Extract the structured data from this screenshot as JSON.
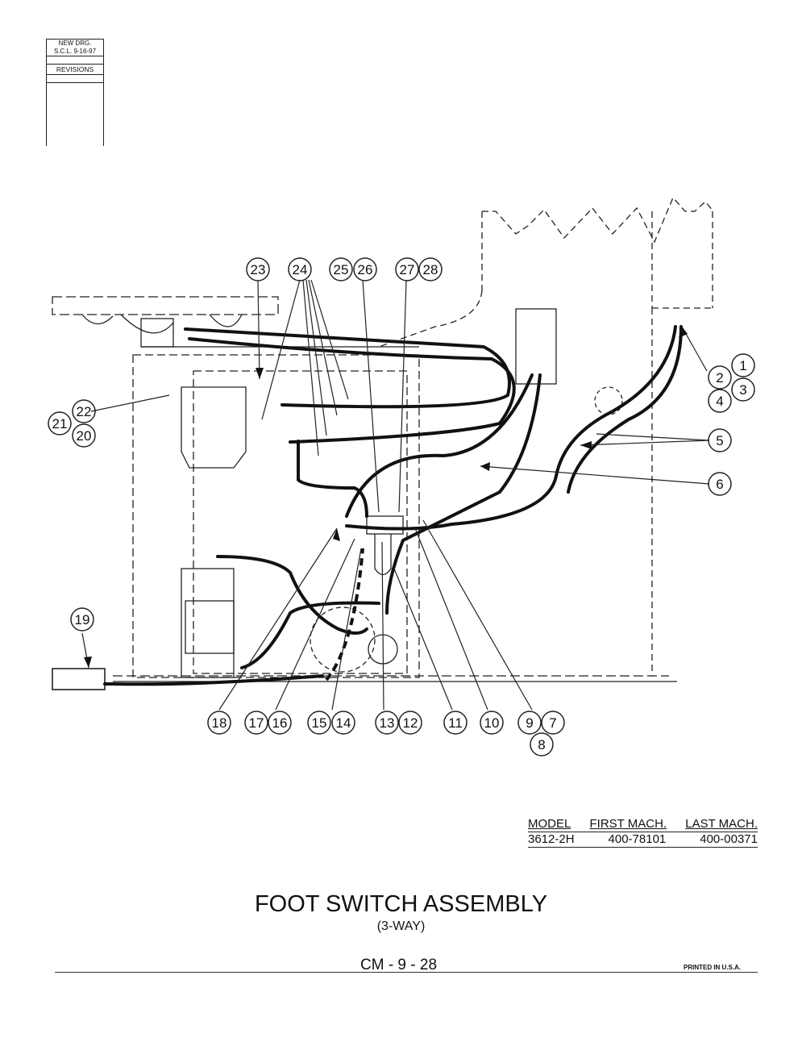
{
  "revisions": {
    "line1": "NEW DRG.",
    "line2": "S.C.L.   9-16-97",
    "label": "REVISIONS"
  },
  "callouts": [
    "1",
    "2",
    "3",
    "4",
    "5",
    "6",
    "7",
    "8",
    "9",
    "10",
    "11",
    "12",
    "13",
    "14",
    "15",
    "16",
    "17",
    "18",
    "19",
    "20",
    "21",
    "22",
    "23",
    "24",
    "25",
    "26",
    "27",
    "28"
  ],
  "model_table": {
    "headers": [
      "MODEL",
      "FIRST MACH.",
      "LAST MACH."
    ],
    "row": [
      "3612-2H",
      "400-78101",
      "400-00371"
    ]
  },
  "title": "FOOT SWITCH ASSEMBLY",
  "subtitle": "(3-WAY)",
  "page_number": "CM - 9 - 28",
  "printed": "PRINTED IN U.S.A."
}
